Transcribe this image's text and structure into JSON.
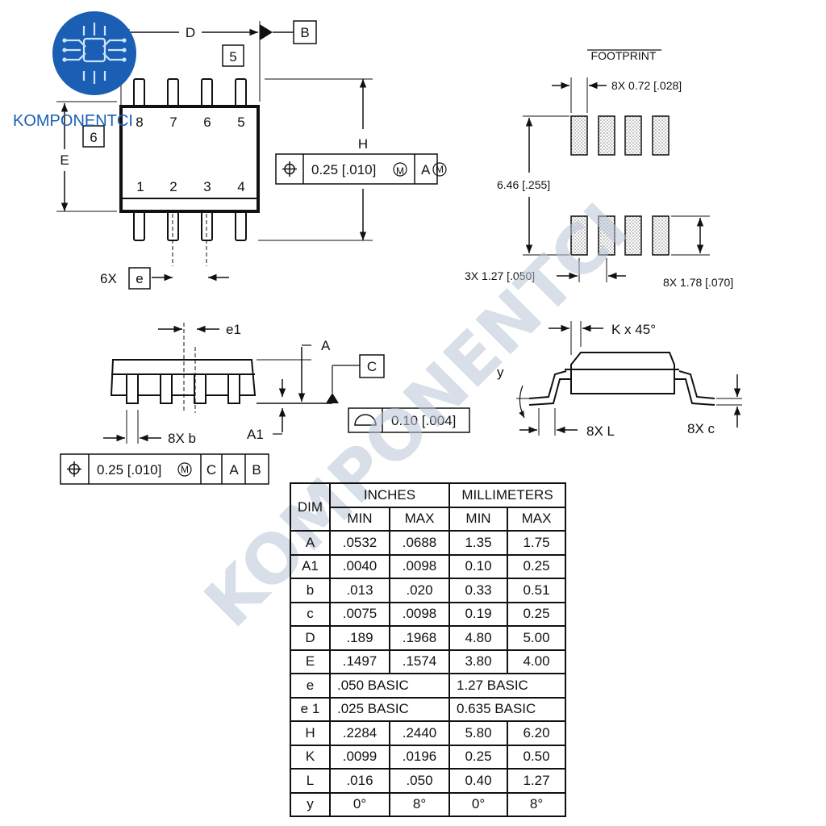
{
  "brand": {
    "name": "KOMPONENTCI",
    "watermark": "KOMPONENTCI",
    "logo_color": "#1a5fb4",
    "watermark_color": "#b9c6d6"
  },
  "top_view": {
    "dim_D": "D",
    "datum_B": "B",
    "note_5": "5",
    "note_6": "6",
    "dim_E": "E",
    "dim_H": "H",
    "pins_top": [
      "8",
      "7",
      "6",
      "5"
    ],
    "pins_bottom": [
      "1",
      "2",
      "3",
      "4"
    ],
    "tolerance_value": "0.25 [.010]",
    "tolerance_mod": "M",
    "tolerance_datum": "A",
    "pitch_count": "6X",
    "pitch_label": "e"
  },
  "footprint": {
    "title": "FOOTPRINT",
    "pad_width": "8X 0.72 [.028]",
    "row_span": "6.46 [.255]",
    "pitch": "3X 1.27 [.050]",
    "pad_length": "8X 1.78 [.070]"
  },
  "side_view": {
    "dim_e1": "e1",
    "dim_A": "A",
    "datum_C": "C",
    "dim_A1": "A1",
    "lead_width": "8X b",
    "flatness": "0.10 [.004]",
    "position_value": "0.25 [.010]",
    "position_mod": "M",
    "position_datums": [
      "C",
      "A",
      "B"
    ]
  },
  "end_view": {
    "chamfer": "K x 45°",
    "angle": "y",
    "lead_length": "8X L",
    "lead_thickness": "8X c"
  },
  "table": {
    "header_dim": "DIM",
    "header_inches": "INCHES",
    "header_mm": "MILLIMETERS",
    "min": "MIN",
    "max": "MAX",
    "rows": [
      {
        "dim": "A",
        "in_min": ".0532",
        "in_max": ".0688",
        "mm_min": "1.35",
        "mm_max": "1.75"
      },
      {
        "dim": "A1",
        "in_min": ".0040",
        "in_max": ".0098",
        "mm_min": "0.10",
        "mm_max": "0.25"
      },
      {
        "dim": "b",
        "in_min": ".013",
        "in_max": ".020",
        "mm_min": "0.33",
        "mm_max": "0.51"
      },
      {
        "dim": "c",
        "in_min": ".0075",
        "in_max": ".0098",
        "mm_min": "0.19",
        "mm_max": "0.25"
      },
      {
        "dim": "D",
        "in_min": ".189",
        "in_max": ".1968",
        "mm_min": "4.80",
        "mm_max": "5.00"
      },
      {
        "dim": "E",
        "in_min": ".1497",
        "in_max": ".1574",
        "mm_min": "3.80",
        "mm_max": "4.00"
      },
      {
        "dim": "H",
        "in_min": ".2284",
        "in_max": ".2440",
        "mm_min": "5.80",
        "mm_max": "6.20"
      },
      {
        "dim": "K",
        "in_min": ".0099",
        "in_max": ".0196",
        "mm_min": "0.25",
        "mm_max": "0.50"
      },
      {
        "dim": "L",
        "in_min": ".016",
        "in_max": ".050",
        "mm_min": "0.40",
        "mm_max": "1.27"
      },
      {
        "dim": "y",
        "in_min": "0°",
        "in_max": "8°",
        "mm_min": "0°",
        "mm_max": "8°"
      }
    ],
    "basic_rows": [
      {
        "dim": "e",
        "in": ".050  BASIC",
        "mm": "1.27  BASIC"
      },
      {
        "dim": "e 1",
        "in": ".025  BASIC",
        "mm": "0.635  BASIC"
      }
    ]
  }
}
